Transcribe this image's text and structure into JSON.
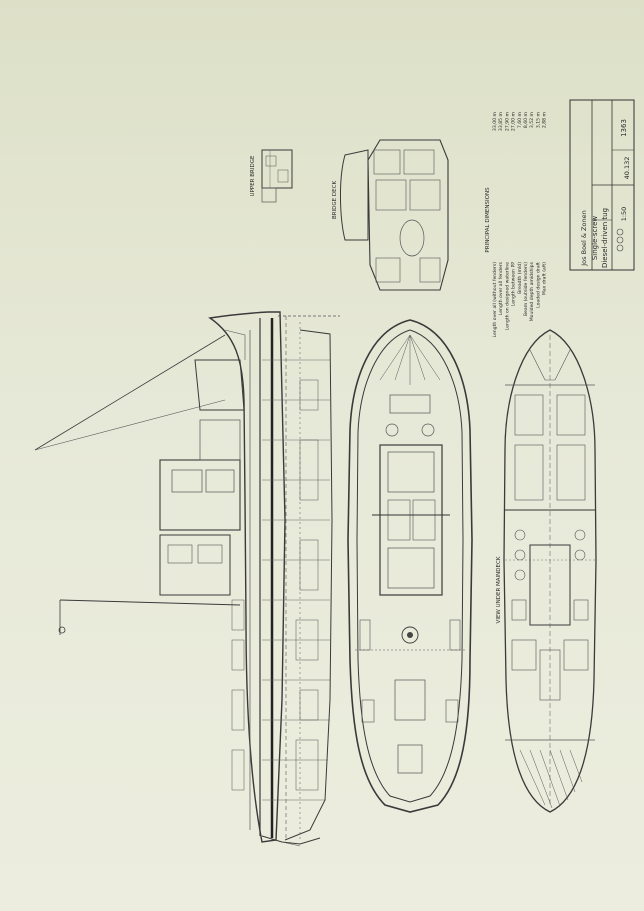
{
  "view_labels": {
    "upper_bridge": "UPPER BRIDGE",
    "bridge_deck": "BRIDGE DECK",
    "view_under_maindeck": "VIEW UNDER MAINDECK"
  },
  "principal_dimensions": {
    "title": "PRINCIPAL DIMENSIONS",
    "rows": [
      {
        "label": "Length over all (without fenders)",
        "value": "33,00 m"
      },
      {
        "label": "Length over all fenders",
        "value": "33,85 m"
      },
      {
        "label": "Length on designed waterline",
        "value": "27,90 m"
      },
      {
        "label": "Length between PP",
        "value": "27,00 m"
      },
      {
        "label": "Breadth (mld)",
        "value": "7,60 m"
      },
      {
        "label": "Beam (outside fenders)",
        "value": "8,60 m"
      },
      {
        "label": "Moulded depth amidships",
        "value": "3,52 m"
      },
      {
        "label": "Loaded design draft",
        "value": "3,15 m"
      },
      {
        "label": "Max draft (aft)",
        "value": "2,88 m"
      }
    ]
  },
  "title_block": {
    "builder": "Jos Boel & Zonen",
    "vessel_line1": "Single-screw",
    "vessel_line2": "Diesel-driven tug",
    "scale": "1:50",
    "number": "1363",
    "drawing_no": "40.132"
  }
}
